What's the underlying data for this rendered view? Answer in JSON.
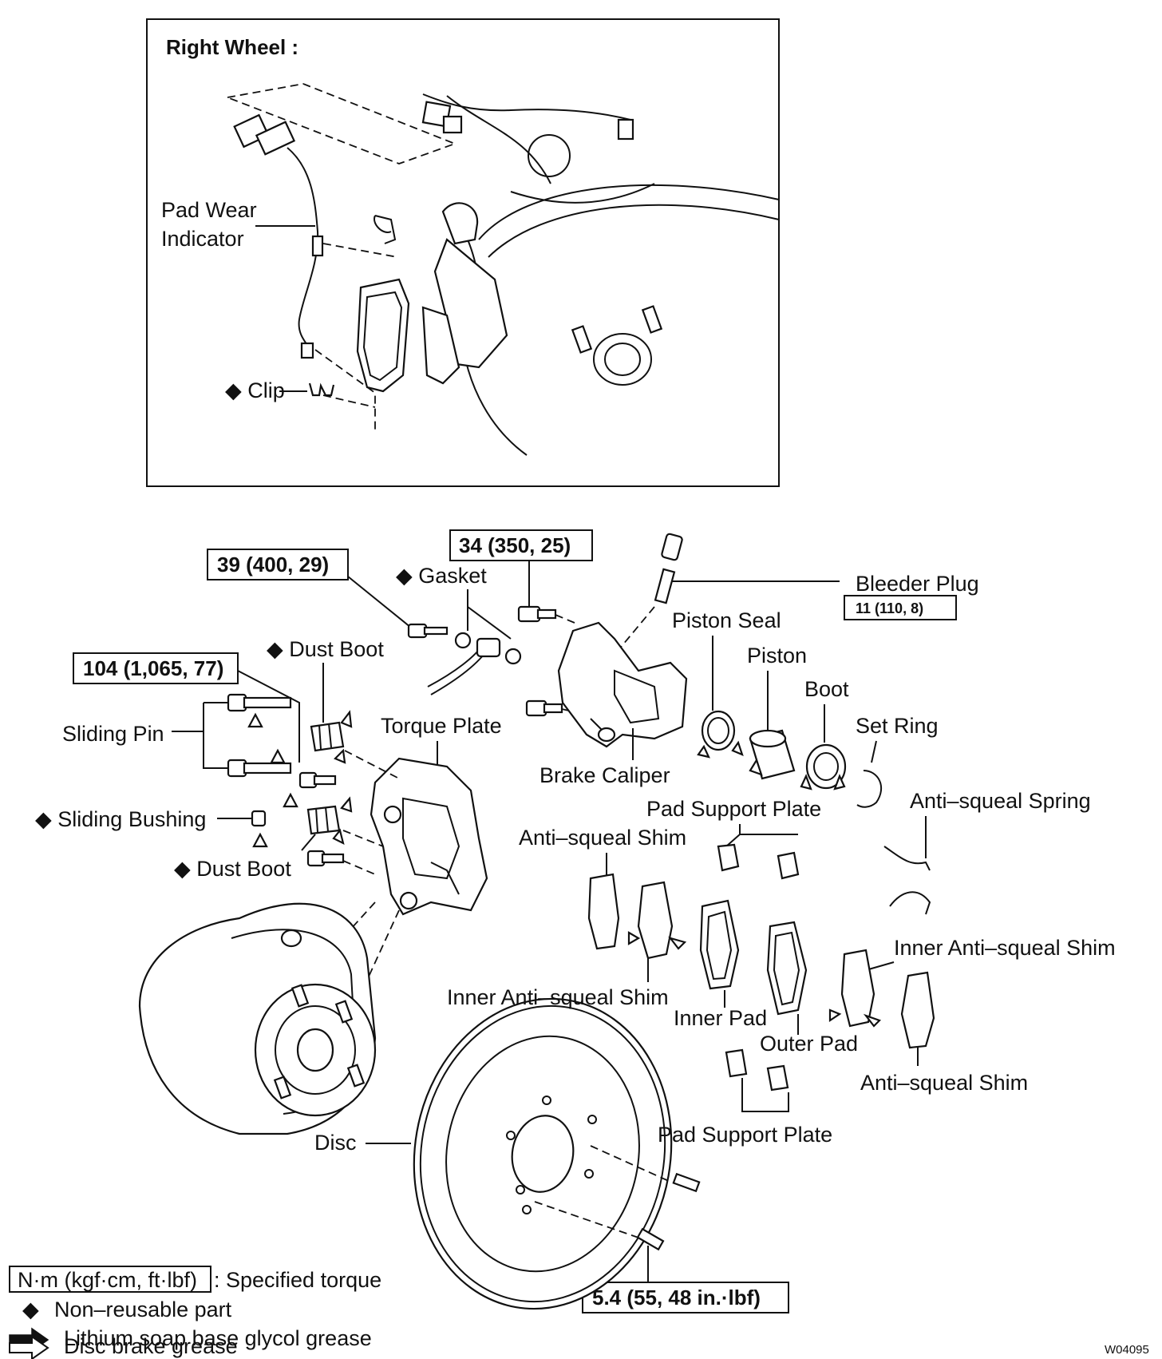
{
  "inset": {
    "title": "Right Wheel :"
  },
  "labels": {
    "pad_wear_indicator_1": "Pad Wear",
    "pad_wear_indicator_2": "Indicator",
    "clip": "Clip",
    "gasket": "Gasket",
    "bleeder_plug": "Bleeder Plug",
    "piston_seal": "Piston Seal",
    "piston": "Piston",
    "boot": "Boot",
    "set_ring": "Set Ring",
    "dust_boot_top": "Dust Boot",
    "torque_plate": "Torque Plate",
    "brake_caliper": "Brake Caliper",
    "sliding_pin": "Sliding Pin",
    "sliding_bushing": "Sliding Bushing",
    "dust_boot_bottom": "Dust Boot",
    "pad_support_plate_top": "Pad Support Plate",
    "anti_squeal_spring": "Anti–squeal Spring",
    "anti_squeal_shim_left": "Anti–squeal Shim",
    "inner_anti_squeal_shim_right": "Inner Anti–squeal Shim",
    "inner_anti_squeal_shim_left": "Inner Anti–squeal Shim",
    "inner_pad": "Inner Pad",
    "outer_pad": "Outer Pad",
    "anti_squeal_shim_right": "Anti–squeal Shim",
    "pad_support_plate_bottom": "Pad Support Plate",
    "disc": "Disc"
  },
  "torque_specs": {
    "caliper_bolt": "34 (350, 25)",
    "union_bolt": "39 (400, 29)",
    "torque_plate_bolt": "104 (1,065, 77)",
    "bleeder_plug": "11 (110, 8)",
    "disc_screw": "5.4 (55, 48 in.·lbf)"
  },
  "legend": {
    "torque_unit": "N·m (kgf·cm, ft·lbf)",
    "torque_desc": ": Specified torque",
    "non_reusable": "Non–reusable part",
    "lithium_grease": "Lithium soap base glycol grease",
    "disc_grease": "Disc brake grease"
  },
  "figure_code": "W04095"
}
